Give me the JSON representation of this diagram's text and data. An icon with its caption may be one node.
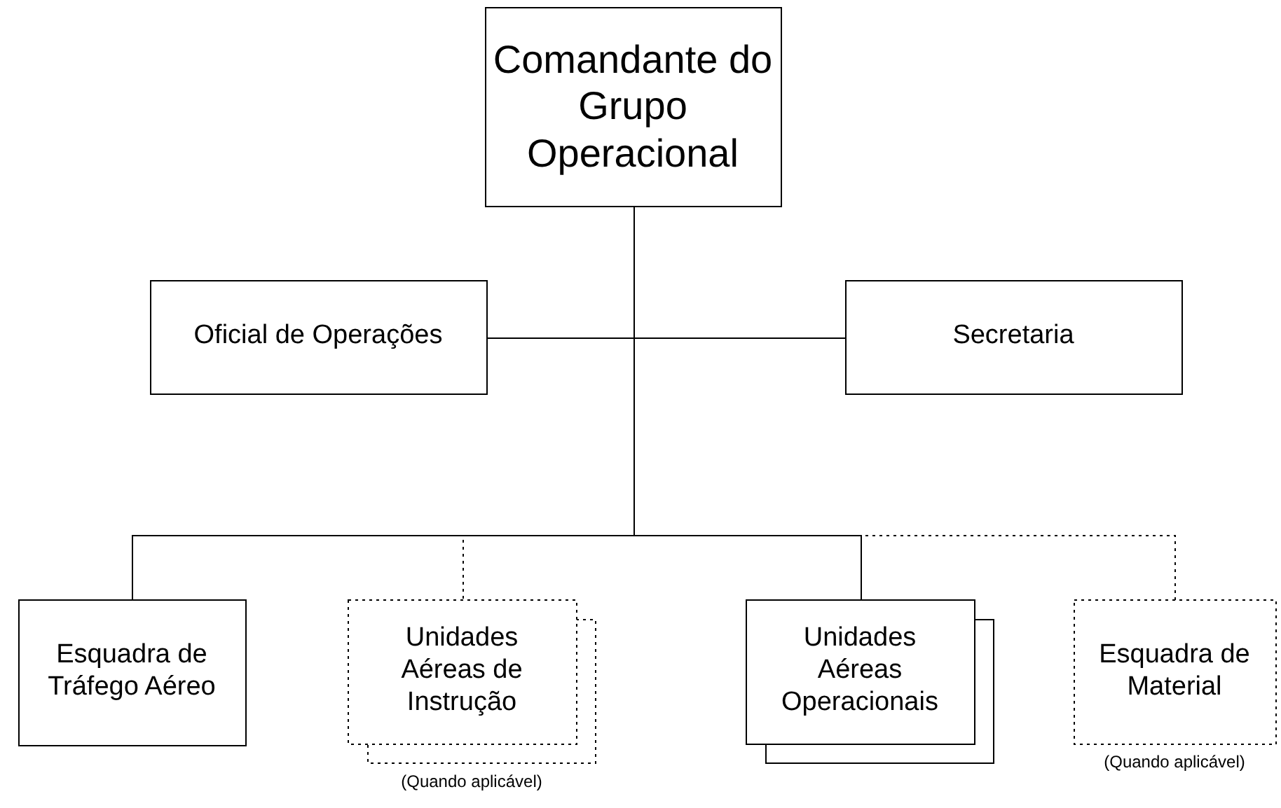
{
  "diagram": {
    "nodes": [
      {
        "text": [
          "Comandante do Grupo Operacional"
        ]
      },
      {
        "text": [
          "Oficial de Operações"
        ]
      },
      {
        "text": [
          "Secretaria"
        ]
      },
      {
        "text": [
          "Esquadra de Tráfego Aéreo"
        ]
      },
      {
        "text": [
          "Unidades Aéreas de Instrução"
        ],
        "beside": [
          "(Quando aplicável)"
        ]
      },
      {
        "text": [
          "Unidades Aéreas Operacionais"
        ]
      },
      {
        "text": [
          "Esquadra de Material"
        ],
        "beside": [
          "(Quando aplicável)"
        ]
      }
    ],
    "edges": [
      {
        "from": 0,
        "to": 1,
        "arrow": "none"
      },
      {
        "from": 0,
        "to": 2,
        "arrow": "none"
      },
      {
        "from": 0,
        "to": 3,
        "arrow": "none"
      },
      {
        "from": 0,
        "to": 4,
        "arrow": "none",
        "style": "dashed"
      },
      {
        "from": 0,
        "to": 5,
        "arrow": "none"
      },
      {
        "from": 0,
        "to": 6,
        "arrow": "none",
        "style": "dashed"
      }
    ]
  }
}
